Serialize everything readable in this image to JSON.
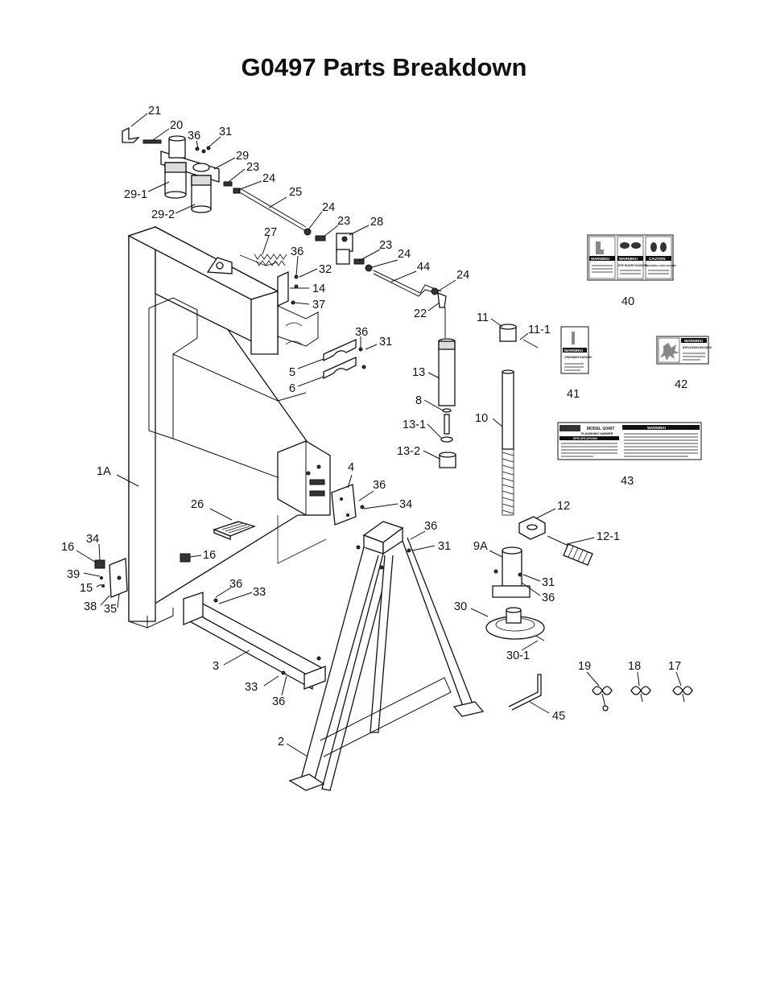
{
  "title": "G0497 Parts Breakdown",
  "callouts": [
    {
      "id": "c-21",
      "text": "21"
    },
    {
      "id": "c-20",
      "text": "20"
    },
    {
      "id": "c-36a",
      "text": "36"
    },
    {
      "id": "c-31a",
      "text": "31"
    },
    {
      "id": "c-29",
      "text": "29"
    },
    {
      "id": "c-23a",
      "text": "23"
    },
    {
      "id": "c-24a",
      "text": "24"
    },
    {
      "id": "c-29-1",
      "text": "29-1"
    },
    {
      "id": "c-25",
      "text": "25"
    },
    {
      "id": "c-29-2",
      "text": "29-2"
    },
    {
      "id": "c-24b",
      "text": "24"
    },
    {
      "id": "c-23b",
      "text": "23"
    },
    {
      "id": "c-28",
      "text": "28"
    },
    {
      "id": "c-27",
      "text": "27"
    },
    {
      "id": "c-23c",
      "text": "23"
    },
    {
      "id": "c-36b",
      "text": "36"
    },
    {
      "id": "c-24c",
      "text": "24"
    },
    {
      "id": "c-32",
      "text": "32"
    },
    {
      "id": "c-44",
      "text": "44"
    },
    {
      "id": "c-14",
      "text": "14"
    },
    {
      "id": "c-24d",
      "text": "24"
    },
    {
      "id": "c-37",
      "text": "37"
    },
    {
      "id": "c-22",
      "text": "22"
    },
    {
      "id": "c-40",
      "text": "40"
    },
    {
      "id": "c-11",
      "text": "11"
    },
    {
      "id": "c-11-1",
      "text": "11-1"
    },
    {
      "id": "c-36c",
      "text": "36"
    },
    {
      "id": "c-31b",
      "text": "31"
    },
    {
      "id": "c-5",
      "text": "5"
    },
    {
      "id": "c-13",
      "text": "13"
    },
    {
      "id": "c-6",
      "text": "6"
    },
    {
      "id": "c-41",
      "text": "41"
    },
    {
      "id": "c-42",
      "text": "42"
    },
    {
      "id": "c-8",
      "text": "8"
    },
    {
      "id": "c-10",
      "text": "10"
    },
    {
      "id": "c-13-1",
      "text": "13-1"
    },
    {
      "id": "c-13-2",
      "text": "13-2"
    },
    {
      "id": "c-43",
      "text": "43"
    },
    {
      "id": "c-1A",
      "text": "1A"
    },
    {
      "id": "c-4",
      "text": "4"
    },
    {
      "id": "c-36d",
      "text": "36"
    },
    {
      "id": "c-34a",
      "text": "34"
    },
    {
      "id": "c-26",
      "text": "26"
    },
    {
      "id": "c-12",
      "text": "12"
    },
    {
      "id": "c-36e",
      "text": "36"
    },
    {
      "id": "c-34b",
      "text": "34"
    },
    {
      "id": "c-12-1",
      "text": "12-1"
    },
    {
      "id": "c-31c",
      "text": "31"
    },
    {
      "id": "c-16a",
      "text": "16"
    },
    {
      "id": "c-9A",
      "text": "9A"
    },
    {
      "id": "c-16b",
      "text": "16"
    },
    {
      "id": "c-39",
      "text": "39"
    },
    {
      "id": "c-31d",
      "text": "31"
    },
    {
      "id": "c-36f",
      "text": "36"
    },
    {
      "id": "c-15",
      "text": "15"
    },
    {
      "id": "c-33a",
      "text": "33"
    },
    {
      "id": "c-36g",
      "text": "36"
    },
    {
      "id": "c-38",
      "text": "38"
    },
    {
      "id": "c-35",
      "text": "35"
    },
    {
      "id": "c-30",
      "text": "30"
    },
    {
      "id": "c-30-1",
      "text": "30-1"
    },
    {
      "id": "c-3",
      "text": "3"
    },
    {
      "id": "c-19",
      "text": "19"
    },
    {
      "id": "c-18",
      "text": "18"
    },
    {
      "id": "c-17",
      "text": "17"
    },
    {
      "id": "c-33b",
      "text": "33"
    },
    {
      "id": "c-36h",
      "text": "36"
    },
    {
      "id": "c-45",
      "text": "45"
    },
    {
      "id": "c-2",
      "text": "2"
    }
  ],
  "labels": {
    "warning": "WARNING!",
    "caution": "CAUTION",
    "eye_injury": "EYE INJURY HAZARD!",
    "hearing_loss": "HEARING LOSS HAZARD!",
    "crushing": "CRUSHING HAZARD!",
    "explosion": "EXPLOSION HAZARD!",
    "model": "MODEL G0497",
    "machine_name": "PLANISHING HAMMER",
    "specifications": "SPECIFICATIONS"
  }
}
